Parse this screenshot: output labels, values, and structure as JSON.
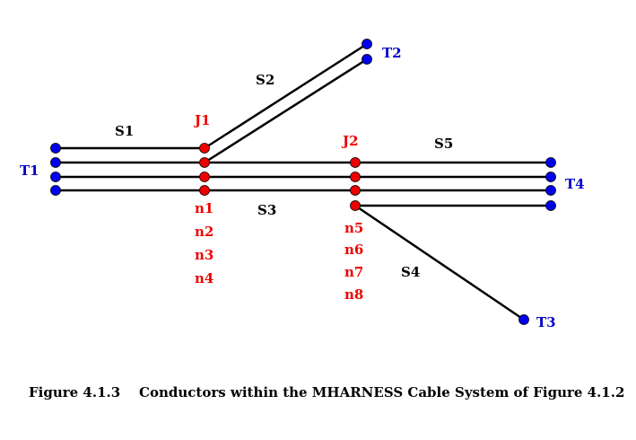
{
  "segments": {
    "s1": "S1",
    "s2": "S2",
    "s3": "S3",
    "s4": "S4",
    "s5": "S5"
  },
  "terminals": {
    "t1": "T1",
    "t2": "T2",
    "t3": "T3",
    "t4": "T4"
  },
  "junctions": {
    "j1": "J1",
    "j2": "J2"
  },
  "nodes": {
    "n1": "n1",
    "n2": "n2",
    "n3": "n3",
    "n4": "n4",
    "n5": "n5",
    "n6": "n6",
    "n7": "n7",
    "n8": "n8"
  },
  "caption": "Figure 4.1.3    Conductors within the MHARNESS Cable System of Figure 4.1.2",
  "colors": {
    "terminal_node": "#0000ee",
    "junction_node": "#ee0000",
    "terminal_label": "#0000cc",
    "junction_label": "#ee0000",
    "segment_label": "#000000",
    "wire": "#000000"
  }
}
